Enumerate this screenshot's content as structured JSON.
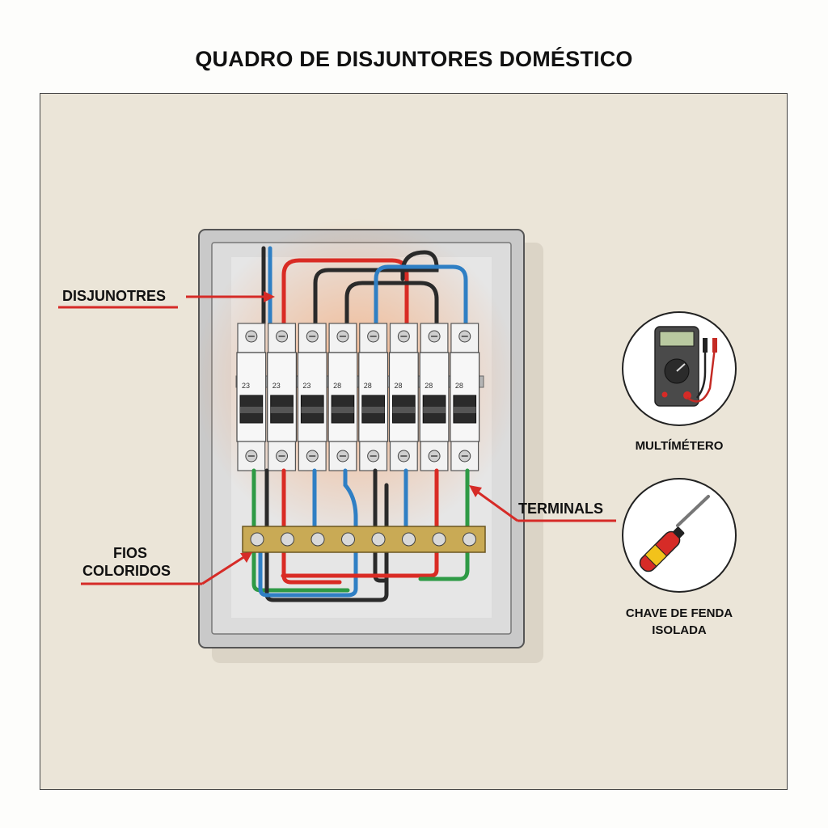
{
  "title": "QUADRO DE DISJUNTORES DOMÉSTICO",
  "labels": {
    "breakers": "DISJUNOTRES",
    "colored_wires_line1": "FIOS",
    "colored_wires_line2": "COLORIDOS",
    "terminals": "TERMINALS",
    "multimeter": "MULTÍMÉTERO",
    "screwdriver_line1": "CHAVE DE FENDA",
    "screwdriver_line2": "ISOLADA"
  },
  "breakers": [
    {
      "rating": "23"
    },
    {
      "rating": "23"
    },
    {
      "rating": "23"
    },
    {
      "rating": "28"
    },
    {
      "rating": "28"
    },
    {
      "rating": "28"
    },
    {
      "rating": "28"
    },
    {
      "rating": "28"
    }
  ],
  "colors": {
    "accent_red": "#d62b27",
    "wire_red": "#d92b24",
    "wire_blue": "#2f7fc4",
    "wire_black": "#2a2a2a",
    "wire_green": "#2e9a45",
    "wall": "#ebe5d8",
    "box": "#c9c9c9"
  },
  "icons": {
    "multimeter": "multimeter-icon",
    "screwdriver": "screwdriver-icon"
  }
}
